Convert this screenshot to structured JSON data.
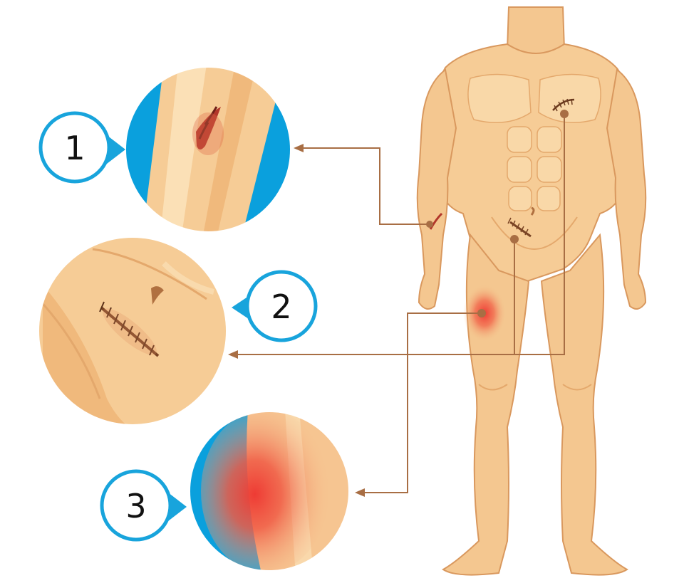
{
  "colors": {
    "skin_light": "#f9d8a8",
    "skin": "#f2c28a",
    "skin_shade": "#e4a86c",
    "skin_outline": "#d9985e",
    "blue": "#0aa0dd",
    "badge_ring": "#18a4dc",
    "leader_line": "#a86e44",
    "wound": "#b2362a",
    "bruise": "#ee3b34"
  },
  "callouts": [
    {
      "number": "1",
      "icon": "cut-wound-closeup"
    },
    {
      "number": "2",
      "icon": "stitched-wound-closeup"
    },
    {
      "number": "3",
      "icon": "bruise-closeup"
    }
  ]
}
